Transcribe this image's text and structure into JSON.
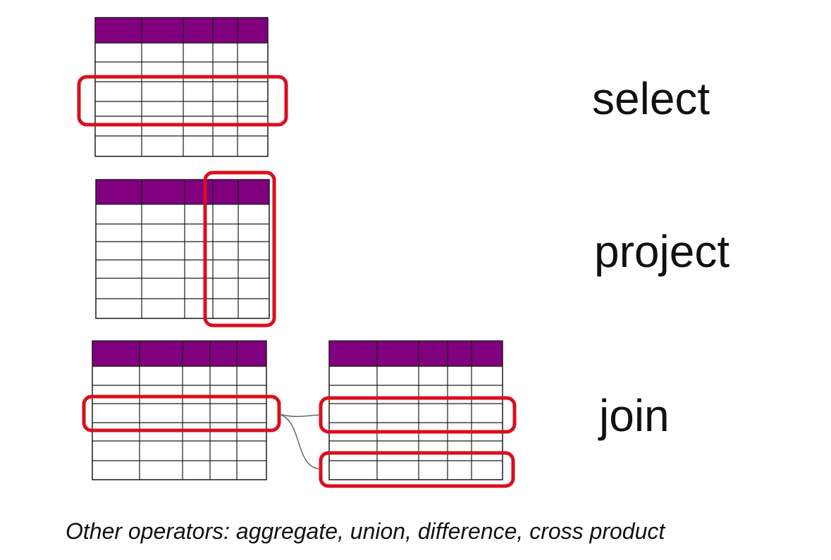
{
  "operators": {
    "select": "select",
    "project": "project",
    "join": "join"
  },
  "footnote": "Other operators: aggregate, union, difference, cross product",
  "colors": {
    "header": "#800080",
    "grid": "#1a1a1a",
    "highlight": "#d80f1e",
    "connector": "#666666",
    "background": "#ffffff"
  }
}
